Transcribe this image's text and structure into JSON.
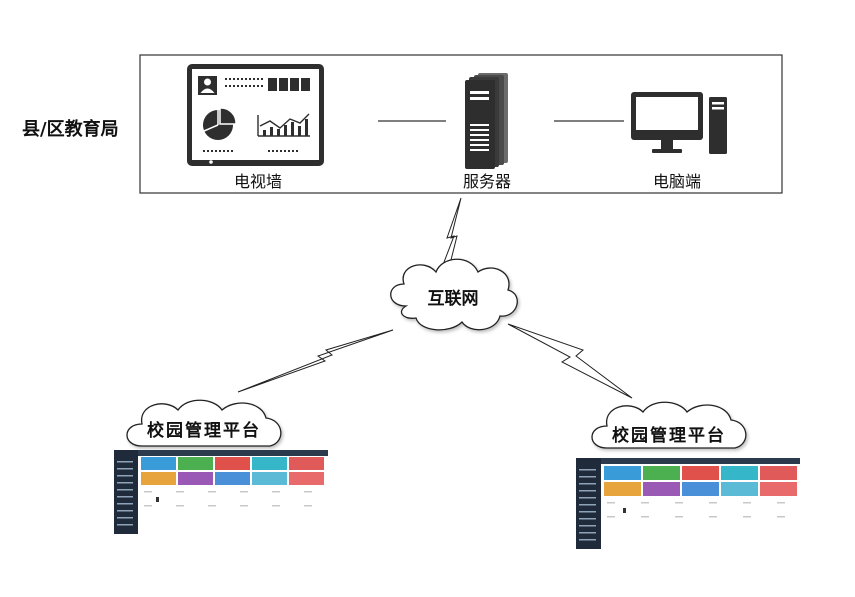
{
  "bureau_label": "县/区教育局",
  "devices": {
    "video_wall": "电视墙",
    "server": "服务器",
    "computer": "电脑端"
  },
  "internet_label": "互联网",
  "campus_left": "校园管理平台",
  "campus_right": "校园管理平台",
  "colors": {
    "box_stroke": "#333333",
    "icon_dark": "#2e2e2e",
    "dashboard_sidebar": "#1f2a3a",
    "dashboard_header": "#2b3a4d",
    "tile_colors": [
      "#3a9bd9",
      "#4cb050",
      "#e0514c",
      "#35b6c9",
      "#e05a5a",
      "#e8a43c",
      "#9b59b6",
      "#4a90d9",
      "#5bbad5",
      "#e86a6a"
    ]
  }
}
